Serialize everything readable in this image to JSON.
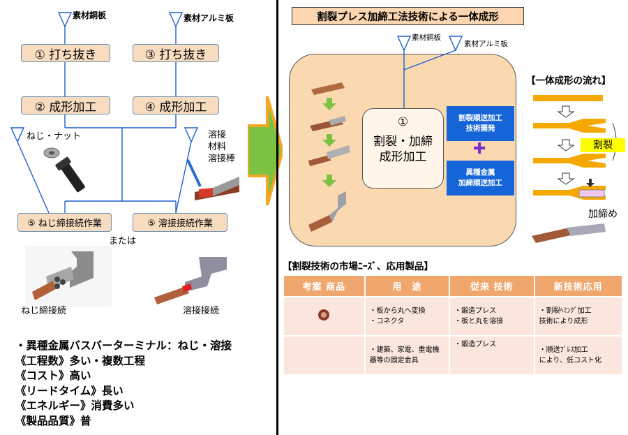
{
  "left": {
    "material_copper": "素材銅板",
    "material_aluminum": "素材アルミ板",
    "step1": "① 打ち抜き",
    "step3": "③ 打ち抜き",
    "step2": "② 成形加工",
    "step4": "④ 成形加工",
    "screw_nut": "ねじ・ナット",
    "weld_material": [
      "溶接",
      "材料",
      "溶接棒"
    ],
    "step5a": "⑤ ねじ締接続作業",
    "step5b": "⑤ 溶接接続作業",
    "or_text": "または",
    "screw_connection": "ねじ締接続",
    "weld_connection": "溶接接続",
    "summary": [
      "・異種金属バスバーターミナル：ねじ・溶接",
      "《工程数》多い・複数工程",
      "《コスト》高い",
      "《リードタイム》長い",
      "《エネルギー》消費多い",
      "《製品品質》普"
    ]
  },
  "right": {
    "title": "割裂プレス加締工法技術による一体成形",
    "material_copper": "素材銅板",
    "material_aluminum": "素材アルミ板",
    "process_lines": [
      "①",
      "割裂・加締",
      "成形加工"
    ],
    "blue_tab_1": [
      "割裂順送加工",
      "技術開発"
    ],
    "blue_tab_2": [
      "異種金属",
      "加締順送加工"
    ],
    "plus": "✚",
    "flow_title": "【一体成形の流れ】",
    "split_label": "割裂",
    "crimp_label": "加締め",
    "market_title": "【割裂技術の市場ﾆｰｽﾞ、応用製品】"
  },
  "colors": {
    "process_fill": "#f8dcc0",
    "panel_fill": "#fad8b0",
    "blue_tab": "#1565d8",
    "arrow_green": "#7cc242",
    "arrow_orange": "#f5a623",
    "table_header": "#f0a76e",
    "table_row": "#fbe6de",
    "split_highlight": "#ffff00"
  },
  "table": {
    "headers": [
      "考案 商品",
      "用　途",
      "従来 技術",
      "新技術応用"
    ],
    "rows": [
      {
        "use": [
          "・板から丸へ変換",
          "・コネクタ"
        ],
        "old": [
          "・鍛造プレス",
          "・板と丸を溶接"
        ],
        "new": [
          "・割裂ﾍﾐﾝｸﾞ加工",
          "技術により成形"
        ]
      },
      {
        "use": [
          "・建築、家電、重電機",
          "器等の固定金具"
        ],
        "old": [
          "・鍛造プレス"
        ],
        "new": [
          "・順送ﾌﾟﾚｽ加工",
          "により、低コスト化"
        ]
      }
    ]
  }
}
